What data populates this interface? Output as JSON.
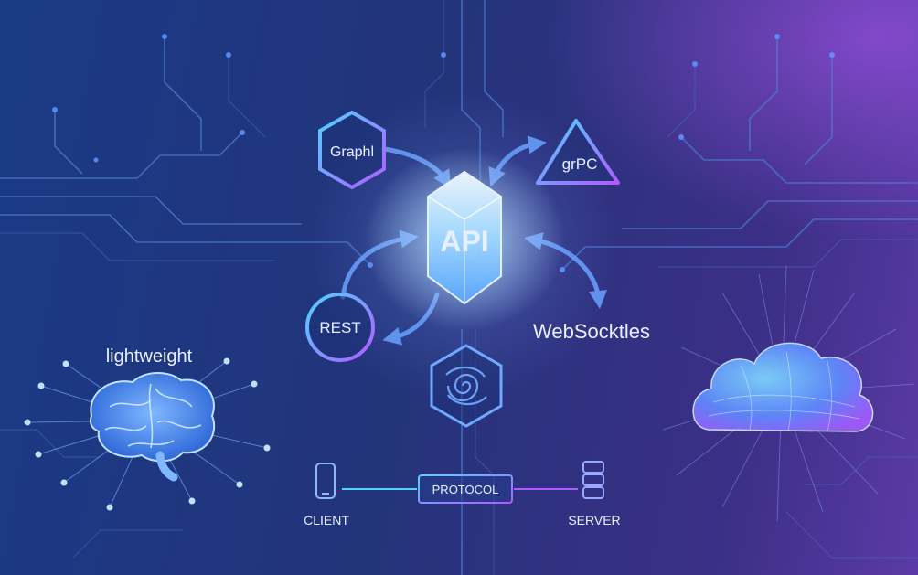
{
  "labels": {
    "graphql": "Graphl",
    "grpc": "grPC",
    "api": "API",
    "rest": "REST",
    "websockets": "WebSocktles",
    "lightweight": "lightweight",
    "protocol": "PROTOCOL",
    "client": "CLIENT",
    "server": "SERVER"
  },
  "icons": {
    "graphql": "hexagon-badge-icon",
    "grpc": "triangle-badge-icon",
    "api": "crystal-gem-icon",
    "rest": "circle-badge-icon",
    "swirl": "spiral-hexagon-icon",
    "brain": "brain-icon",
    "cloud": "cloud-icon",
    "client": "smartphone-icon",
    "server": "server-stack-icon"
  },
  "colors": {
    "background_start": "#1a3a86",
    "background_end": "#5b3aa6",
    "accent_cyan": "#4fd3ff",
    "accent_purple": "#b05bff",
    "label_text": "#e8f0ff"
  }
}
